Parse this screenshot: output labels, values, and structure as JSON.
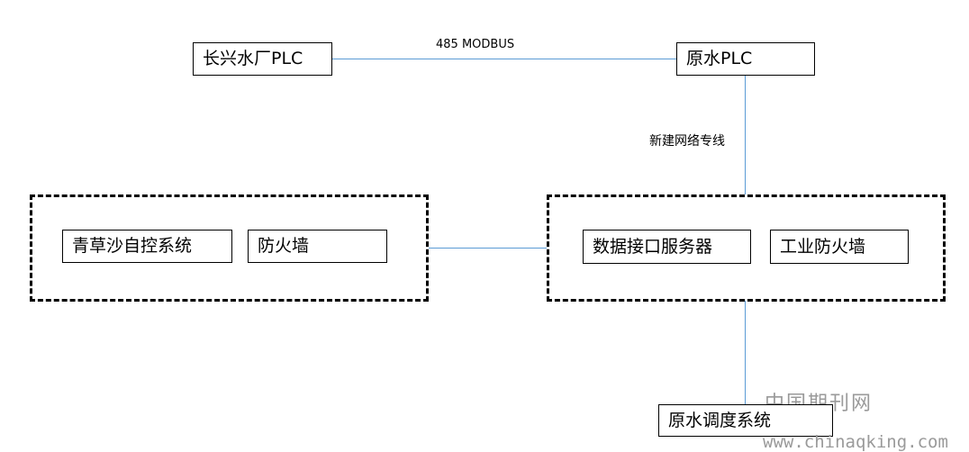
{
  "diagram": {
    "nodes": {
      "changxing_plc": "长兴水厂PLC",
      "yuanshui_plc": "原水PLC",
      "qingcaosha_system": "青草沙自控系统",
      "firewall": "防火墙",
      "data_interface_server": "数据接口服务器",
      "industrial_firewall": "工业防火墙",
      "dispatch_system": "原水调度系统"
    },
    "edges": {
      "modbus_label": "485 MODBUS",
      "dedicated_line_label": "新建网络专线"
    },
    "line_color": "#5b9bd5"
  },
  "watermark": {
    "title": "中国期刊网",
    "url": "www.chinaqking.com"
  }
}
